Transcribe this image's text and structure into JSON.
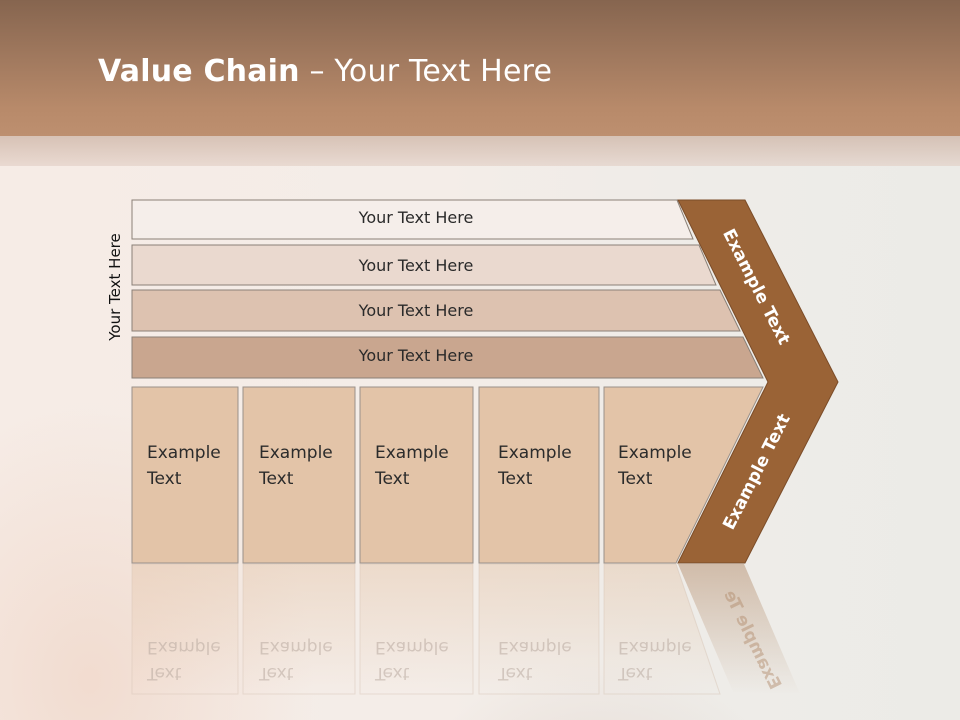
{
  "title": {
    "bold": "Value Chain",
    "rest": " – Your Text Here"
  },
  "side_label": "Your Text Here",
  "rows": [
    {
      "label": "Your Text Here"
    },
    {
      "label": "Your Text Here"
    },
    {
      "label": "Your Text Here"
    },
    {
      "label": "Your Text Here"
    }
  ],
  "boxes": [
    {
      "line1": "Example",
      "line2": "Text"
    },
    {
      "line1": "Example",
      "line2": "Text"
    },
    {
      "line1": "Example",
      "line2": "Text"
    },
    {
      "line1": "Example",
      "line2": "Text"
    },
    {
      "line1": "Example",
      "line2": "Text"
    }
  ],
  "chevron": {
    "upper": "Example Text",
    "lower": "Example Text"
  },
  "reflection": {
    "word1": "Example",
    "word2": "Text",
    "arrow": "Example Te"
  },
  "colors": {
    "chevron": "#9a6336",
    "row1": "#f5eeea",
    "row2": "#ead9cf",
    "row3": "#ddc2b0",
    "row4": "#c9a68f",
    "box": "#e3c4a8"
  }
}
